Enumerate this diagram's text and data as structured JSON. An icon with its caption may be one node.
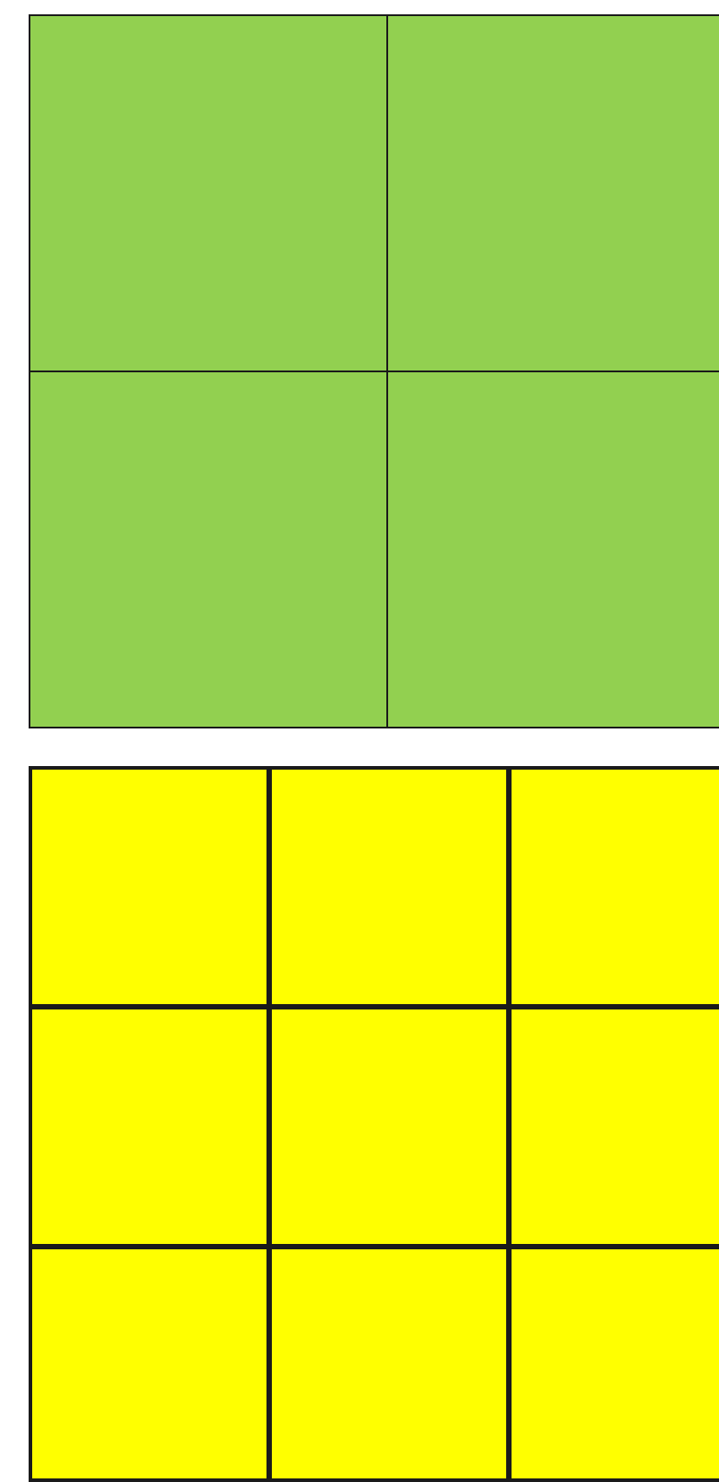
{
  "diagram": {
    "nodes": [
      {
        "text": [],
        "shape": "box"
      },
      {
        "text": [],
        "shape": "box"
      },
      {
        "text": [],
        "shape": "box"
      },
      {
        "text": [],
        "shape": "box"
      },
      {
        "text": [],
        "shape": "box"
      },
      {
        "text": [],
        "shape": "box"
      },
      {
        "text": [],
        "shape": "box"
      },
      {
        "text": [],
        "shape": "box"
      },
      {
        "text": [],
        "shape": "box"
      },
      {
        "text": [],
        "shape": "box"
      },
      {
        "text": [],
        "shape": "box"
      },
      {
        "text": [],
        "shape": "box"
      },
      {
        "text": [],
        "shape": "box"
      }
    ]
  }
}
